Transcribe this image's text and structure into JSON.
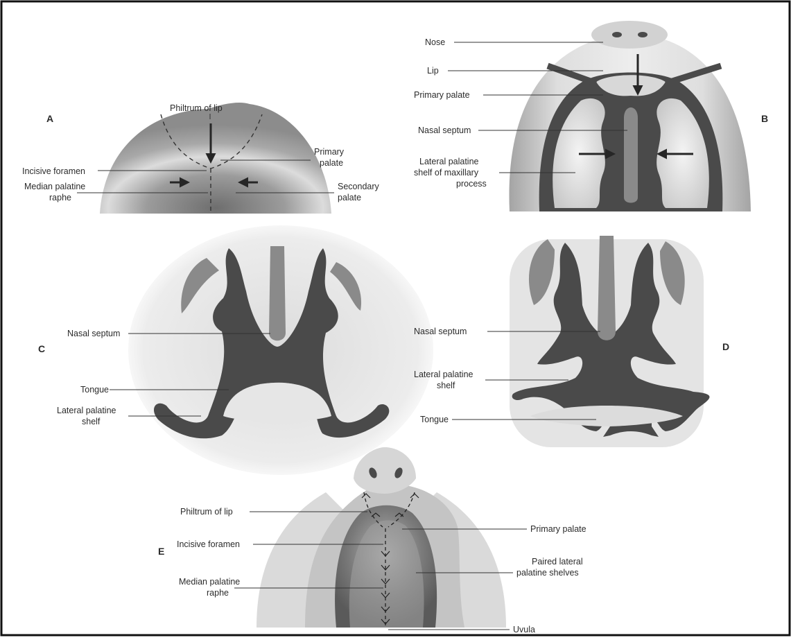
{
  "panels": {
    "A": {
      "letter": "A",
      "labels": {
        "philtrum": "Philtrum of lip",
        "incisive_foramen": "Incisive foramen",
        "median_raphe_1": "Median palatine",
        "median_raphe_2": "raphe",
        "primary_palate_1": "Primary",
        "primary_palate_2": "palate",
        "secondary_palate_1": "Secondary",
        "secondary_palate_2": "palate"
      }
    },
    "B": {
      "letter": "B",
      "labels": {
        "nose": "Nose",
        "lip": "Lip",
        "primary_palate": "Primary palate",
        "nasal_septum": "Nasal septum",
        "lateral_shelf_1": "Lateral palatine",
        "lateral_shelf_2": "shelf of maxillary",
        "lateral_shelf_3": "process"
      }
    },
    "C": {
      "letter": "C",
      "labels": {
        "nasal_septum": "Nasal septum",
        "tongue": "Tongue",
        "lateral_shelf_1": "Lateral palatine",
        "lateral_shelf_2": "shelf"
      }
    },
    "D": {
      "letter": "D",
      "labels": {
        "nasal_septum": "Nasal septum",
        "lateral_shelf_1": "Lateral palatine",
        "lateral_shelf_2": "shelf",
        "tongue": "Tongue"
      }
    },
    "E": {
      "letter": "E",
      "labels": {
        "philtrum": "Philtrum of lip",
        "incisive_foramen": "Incisive foramen",
        "median_raphe_1": "Median palatine",
        "median_raphe_2": "raphe",
        "primary_palate": "Primary palate",
        "paired_shelves_1": "Paired lateral",
        "paired_shelves_2": "palatine shelves",
        "uvula": "Uvula"
      }
    }
  },
  "colors": {
    "frame": "#111111",
    "tissue_dark": "#4a4a4a",
    "tissue_mid": "#9a9a9a",
    "tissue_light": "#e2e2e2",
    "label_text": "#2b2b2b"
  }
}
